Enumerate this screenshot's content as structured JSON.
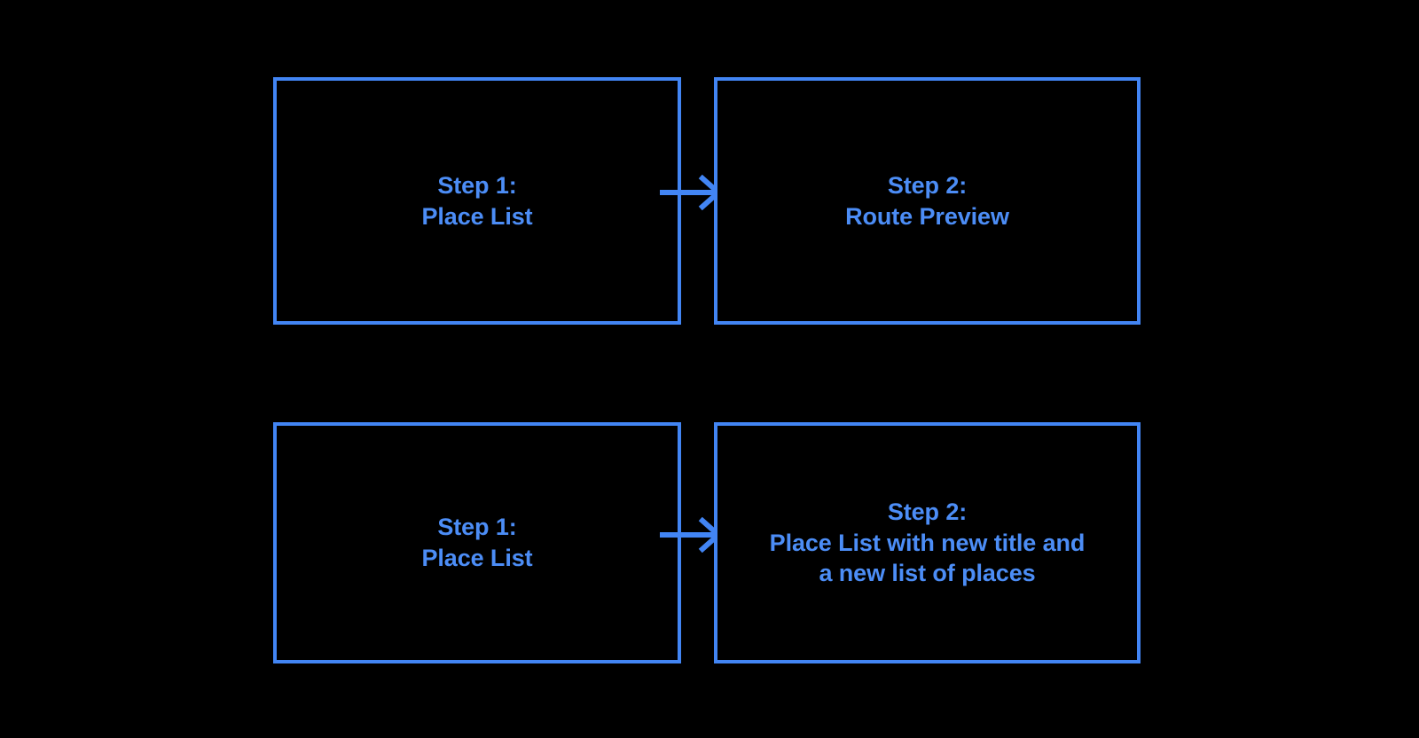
{
  "diagram": {
    "background_color": "#000000",
    "accent_color": "#4285F4",
    "text_color": "#4C8DF6",
    "flows": [
      {
        "id": "flow-route-preview",
        "steps": [
          {
            "id": "step-1-place-list",
            "label": "Step 1:\nPlace List"
          },
          {
            "id": "step-2-route-preview",
            "label": "Step 2:\nRoute Preview"
          }
        ],
        "connector": {
          "id": "arrow-right",
          "icon": "arrow-right-icon"
        }
      },
      {
        "id": "flow-new-place-list",
        "steps": [
          {
            "id": "step-1-place-list",
            "label": "Step 1:\nPlace List"
          },
          {
            "id": "step-2-new-place-list",
            "label": "Step 2:\nPlace List with new title and\na new list of places"
          }
        ],
        "connector": {
          "id": "arrow-right",
          "icon": "arrow-right-icon"
        }
      }
    ]
  }
}
